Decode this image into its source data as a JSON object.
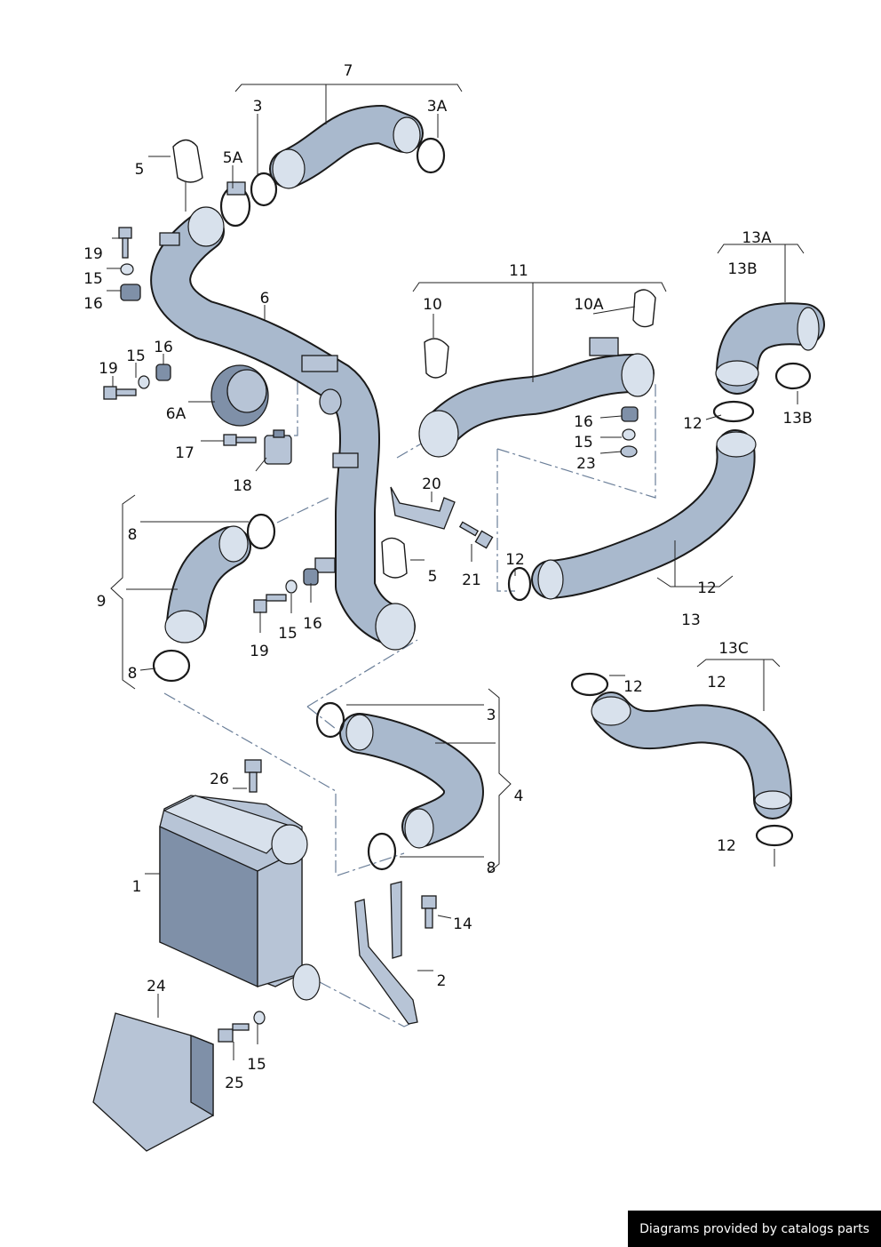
{
  "labels": {
    "l7": "7",
    "l3a": "3",
    "l3A": "3A",
    "l5a": "5",
    "l5A": "5A",
    "l19a": "19",
    "l15a": "15",
    "l16a": "16",
    "l6": "6",
    "l19b": "19",
    "l15b": "15",
    "l16b": "16",
    "l6A": "6A",
    "l17": "17",
    "l18": "18",
    "l10": "10",
    "l11": "11",
    "l10A": "10A",
    "l16c": "16",
    "l15c": "15",
    "l23": "23",
    "l13A": "13A",
    "l13B_top": "13B",
    "l13B_bot": "13B",
    "l12a": "12",
    "l20": "20",
    "l21": "21",
    "l12b": "12",
    "l12c": "12",
    "l13": "13",
    "l8a": "8",
    "l9": "9",
    "l8b": "8",
    "l19c": "19",
    "l15d": "15",
    "l16d": "16",
    "l5b": "5",
    "l13C": "13C",
    "l12d": "12",
    "l12e": "12",
    "l12f": "12",
    "l3b": "3",
    "l4": "4",
    "l8c": "8",
    "l26": "26",
    "l1": "1",
    "l14": "14",
    "l2": "2",
    "l24": "24",
    "l15e": "15",
    "l25": "25"
  },
  "footer": "Diagrams provided by catalogs parts"
}
